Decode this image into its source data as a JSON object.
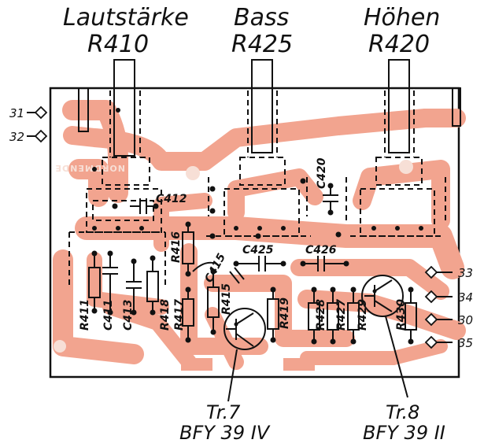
{
  "controls": [
    {
      "name": "Lautstärke",
      "ref": "R410"
    },
    {
      "name": "Bass",
      "ref": "R425"
    },
    {
      "name": "Höhen",
      "ref": "R420"
    }
  ],
  "components": {
    "C412": "C412",
    "C420": "C420",
    "C425": "C425",
    "C426": "C426",
    "C415": "C415",
    "R416": "R416",
    "R411": "R411",
    "C411": "C411",
    "C413": "C413",
    "R418": "R418",
    "R417": "R417",
    "R415": "R415",
    "R419": "R419",
    "R428": "R428",
    "R427": "R427",
    "R429": "R429",
    "R430": "R430"
  },
  "pins": [
    "31",
    "32",
    "33",
    "34",
    "30",
    "35"
  ],
  "transistors": [
    {
      "ref": "Tr.7",
      "type": "BFY 39 IV"
    },
    {
      "ref": "Tr.8",
      "type": "BFY 39 II"
    }
  ],
  "watermark": "NORDMENDE",
  "colors": {
    "board": "#f2a48f",
    "ink": "#111111",
    "background": "#ffffff"
  }
}
